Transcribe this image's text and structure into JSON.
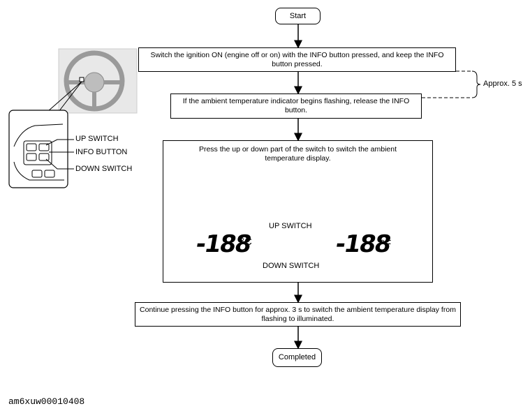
{
  "flow": {
    "start": "Start",
    "step1": "Switch the ignition ON (engine off or on) with the INFO button pressed, and keep the INFO button pressed.",
    "step2": "If the ambient temperature indicator begins flashing, release the INFO button.",
    "approx": "Approx. 5 s",
    "step3": "Press the up or down part of the switch to switch the ambient temperature display.",
    "step4": "Continue pressing the INFO button for approx. 3 s to switch the ambient temperature display from flashing to illuminated.",
    "end": "Completed"
  },
  "callout": {
    "up_switch": "UP SWITCH",
    "info_button": "INFO BUTTON",
    "down_switch": "DOWN SWITCH"
  },
  "display": {
    "celsius_digits": "-188",
    "celsius_unit": "°C",
    "fahrenheit_digits": "-188",
    "fahrenheit_unit": "°F",
    "up_label": "UP SWITCH",
    "down_label": "DOWN SWITCH"
  },
  "caption": "am6xuw00010408"
}
